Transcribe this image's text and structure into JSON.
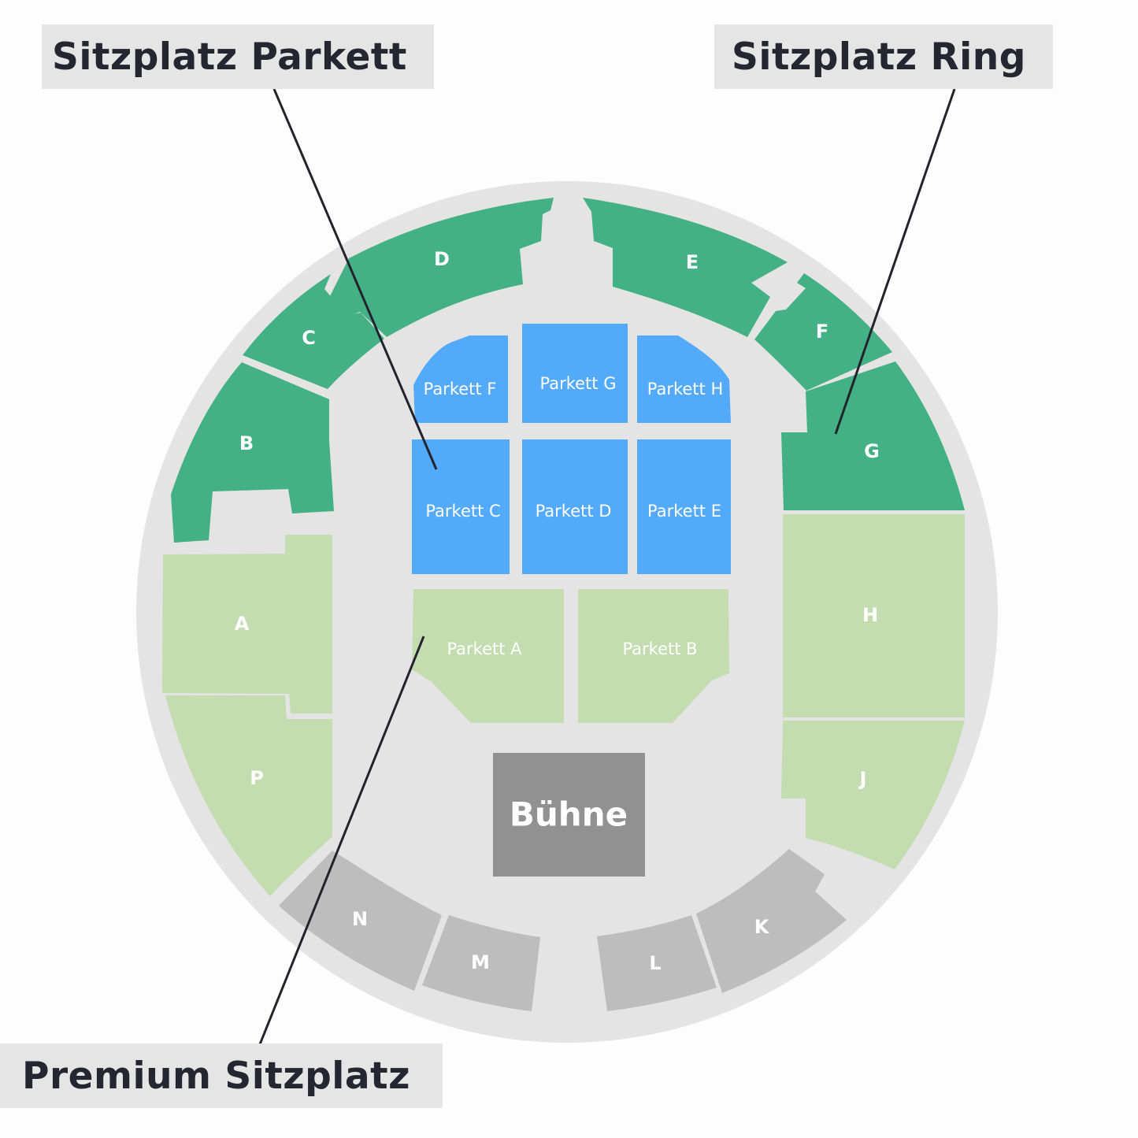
{
  "legend": {
    "parkett": "Sitzplatz Parkett",
    "ring": "Sitzplatz Ring",
    "premium": "Premium Sitzplatz"
  },
  "colors": {
    "ring": "#43b085",
    "parkett": "#53aafb",
    "premium": "#c3ddb0",
    "back": "#bdbdbd",
    "stage": "#919191",
    "floor": "#e4e4e4",
    "leader_line": "#23232e",
    "legend_bg": "#e5e5e5"
  },
  "sections": {
    "A": "A",
    "B": "B",
    "C": "C",
    "D": "D",
    "E": "E",
    "F": "F",
    "G": "G",
    "H": "H",
    "J": "J",
    "K": "K",
    "L": "L",
    "M": "M",
    "N": "N",
    "P": "P"
  },
  "parkett": {
    "A": "Parkett A",
    "B": "Parkett B",
    "C": "Parkett C",
    "D": "Parkett D",
    "E": "Parkett E",
    "F": "Parkett F",
    "G": "Parkett G",
    "H": "Parkett H"
  },
  "stage": "Bühne"
}
